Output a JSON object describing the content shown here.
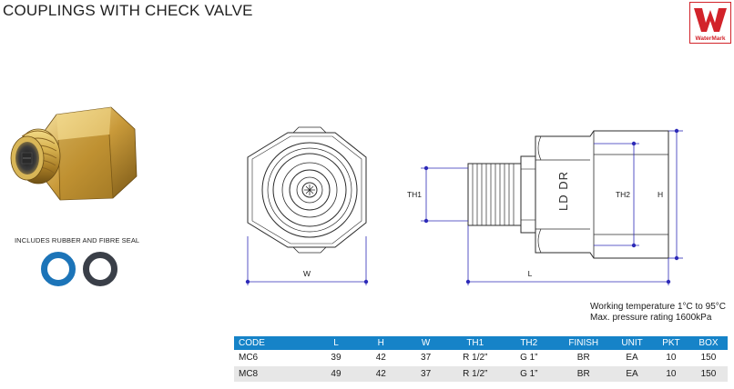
{
  "page": {
    "title": "COUPLINGS WITH CHECK VALVE"
  },
  "logo": {
    "brand_text": "WaterMark",
    "brand_color": "#d2232a",
    "icon": "watermark-logo-icon"
  },
  "photo": {
    "icon": "brass-coupling-photo"
  },
  "seals": {
    "caption": "INCLUDES RUBBER AND FIBRE SEAL",
    "rubber_color": "#1c74b8",
    "fibre_color": "#3a3f48"
  },
  "drawing": {
    "hex_view": {
      "dim_w": "W"
    },
    "side_view": {
      "dim_th1": "TH1",
      "dim_th2": "TH2",
      "dim_h": "H",
      "dim_l": "L",
      "body_text": "LD DR"
    },
    "dimension_line_color": "#2d2ab8"
  },
  "specs": {
    "working_temperature": "Working temperature 1°C to 95°C",
    "pressure_rating": "Max. pressure rating 1600kPa"
  },
  "table": {
    "header_color": "#1683c8",
    "columns": [
      "CODE",
      "L",
      "H",
      "W",
      "TH1",
      "TH2",
      "FINISH",
      "UNIT",
      "PKT",
      "BOX"
    ],
    "rows": [
      [
        "MC6",
        "39",
        "42",
        "37",
        "R 1/2”",
        "G 1”",
        "BR",
        "EA",
        "10",
        "150"
      ],
      [
        "MC8",
        "49",
        "42",
        "37",
        "R 1/2”",
        "G 1”",
        "BR",
        "EA",
        "10",
        "150"
      ]
    ]
  }
}
